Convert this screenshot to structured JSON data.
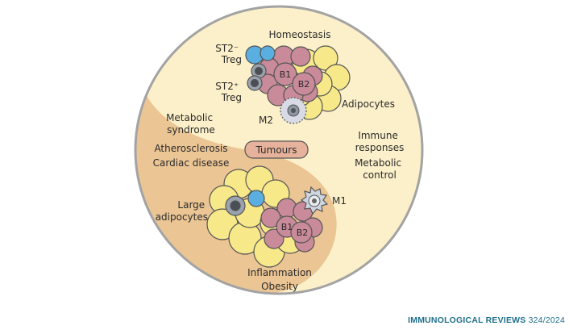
{
  "labels": {
    "homeostasis": "Homeostasis",
    "st2_minus_treg_1": "ST2⁻",
    "st2_minus_treg_2": "Treg",
    "st2_plus_treg_1": "ST2⁺",
    "st2_plus_treg_2": "Treg",
    "b1_top": "B1",
    "b2_top": "B2",
    "adipocytes": "Adipocytes",
    "m2": "M2",
    "metabolic_syndrome_1": "Metabolic",
    "metabolic_syndrome_2": "syndrome",
    "atherosclerosis": "Atherosclerosis",
    "cardiac_disease": "Cardiac disease",
    "tumours": "Tumours",
    "immune_responses_1": "Immune",
    "immune_responses_2": "responses",
    "metabolic_control_1": "Metabolic",
    "metabolic_control_2": "control",
    "large_adipocytes_1": "Large",
    "large_adipocytes_2": "adipocytes",
    "m1": "M1",
    "b1_bottom": "B1",
    "b2_bottom": "B2",
    "inflammation": "Inflammation",
    "obesity": "Obesity"
  },
  "footer": {
    "journal": "IMMUNOLOGICAL REVIEWS",
    "issue": "324/2024"
  },
  "colors": {
    "circle_outline": "#a3a3a3",
    "cream": "#fbf0c9",
    "tan": "#ebc594",
    "adipocyte": "#f7e98a",
    "b_cell": "#c98a9a",
    "treg_blue": "#5aaee0",
    "tumour_badge": "#e7b29b",
    "footer": "#1f6f8b"
  }
}
